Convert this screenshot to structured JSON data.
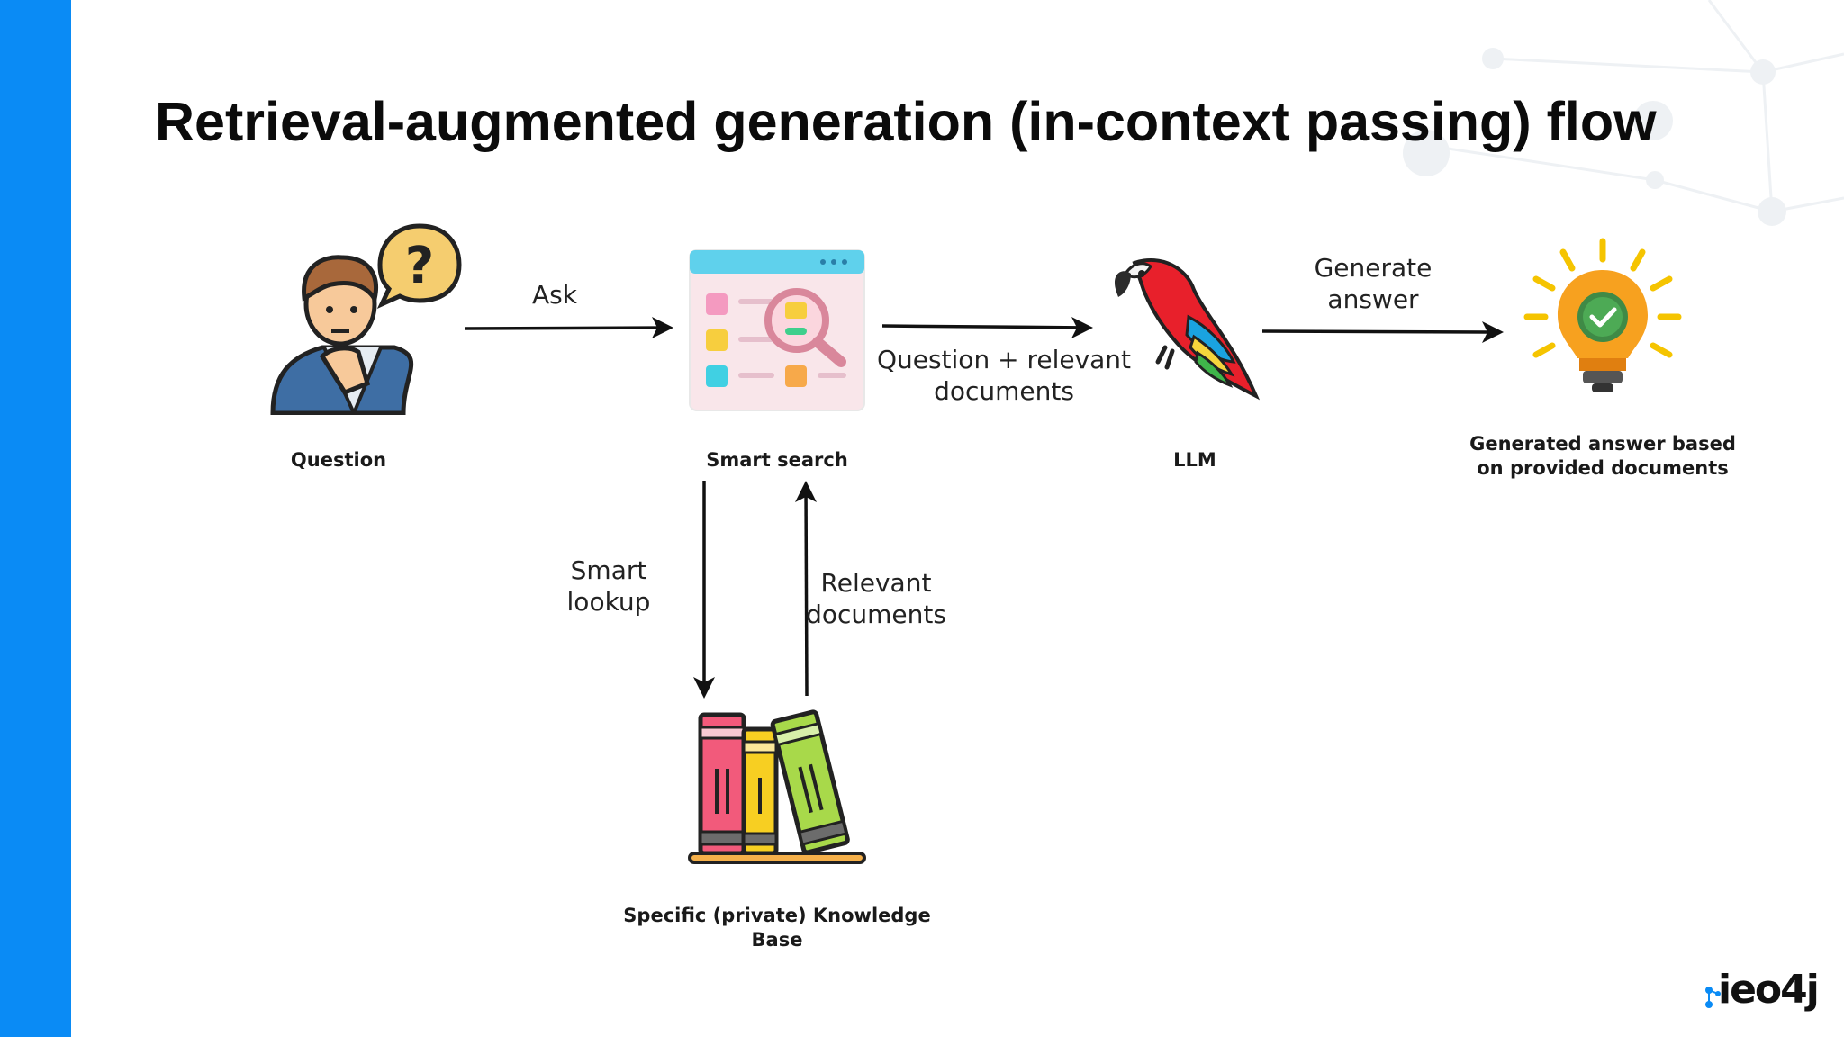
{
  "title": "Retrieval-augmented generation (in-context passing) flow",
  "nodes": {
    "question": "Question",
    "smart_search": "Smart search",
    "llm": "LLM",
    "answer_line1": "Generated answer based",
    "answer_line2": "on provided documents",
    "kb_line1": "Specific (private) Knowledge",
    "kb_line2": "Base"
  },
  "edges": {
    "ask": "Ask",
    "question_docs_line1": "Question + relevant",
    "question_docs_line2": "documents",
    "generate_line1": "Generate",
    "generate_line2": "answer",
    "smart_lookup_line1": "Smart",
    "smart_lookup_line2": "lookup",
    "relevant_line1": "Relevant",
    "relevant_line2": "documents"
  },
  "icons": {
    "person": "thinking-person-icon",
    "search": "search-window-icon",
    "parrot": "parrot-icon",
    "bulb": "lightbulb-check-icon",
    "books": "books-icon",
    "logo": "neo4j-logo"
  },
  "colors": {
    "sidebar": "#0a8bf5",
    "title": "#0b0b0b"
  },
  "logo_text": "ieo4j"
}
